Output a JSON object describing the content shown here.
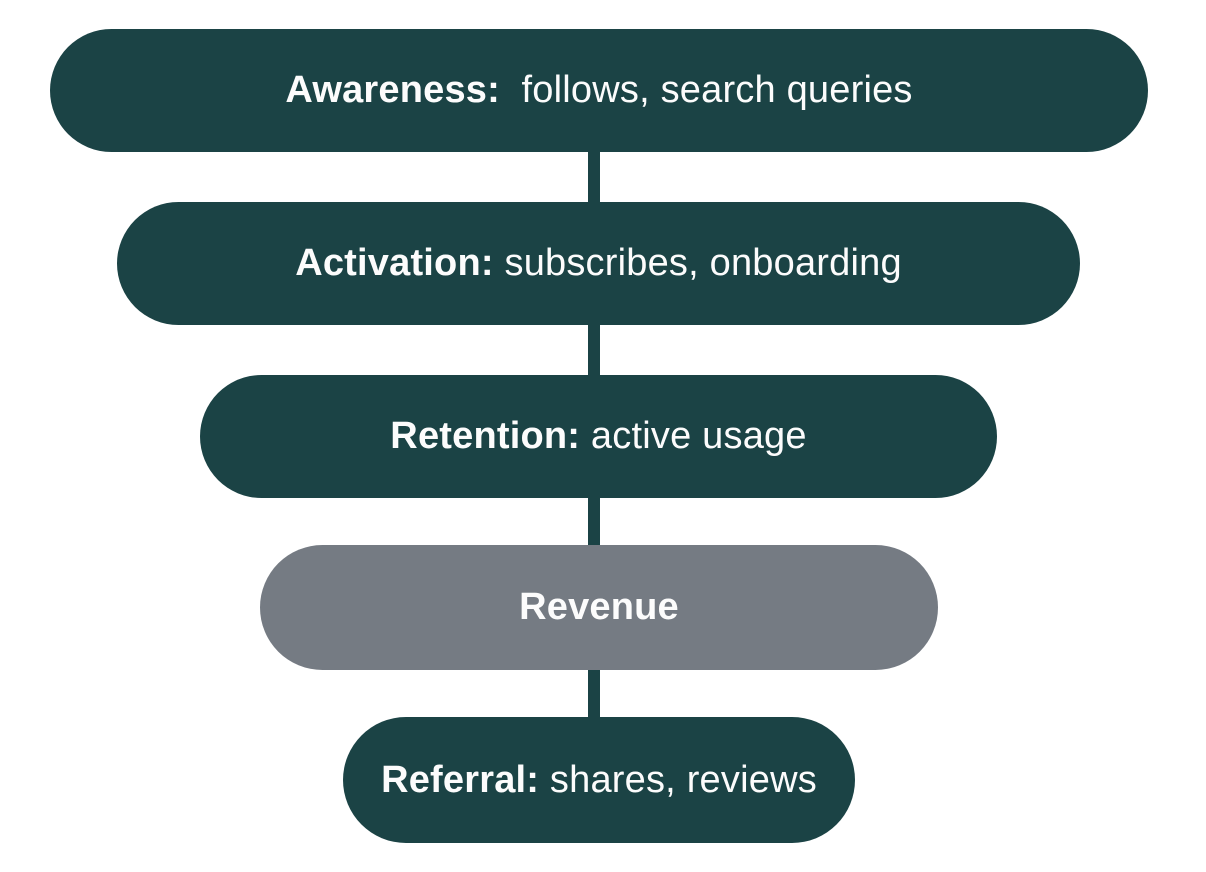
{
  "theme": {
    "canvas-bg": "#ffffff",
    "stage-teal": "#1b4345",
    "stage-gray": "#757b83",
    "label-color": "#fcfcfc"
  },
  "funnel": {
    "stages": [
      {
        "bold": "Awareness:",
        "rest": "  follows, search queries"
      },
      {
        "bold": "Activation:",
        "rest": " subscribes, onboarding"
      },
      {
        "bold": "Retention:",
        "rest": " active usage"
      },
      {
        "bold": "Revenue",
        "rest": ""
      },
      {
        "bold": "Referral:",
        "rest": " shares, reviews"
      }
    ]
  }
}
